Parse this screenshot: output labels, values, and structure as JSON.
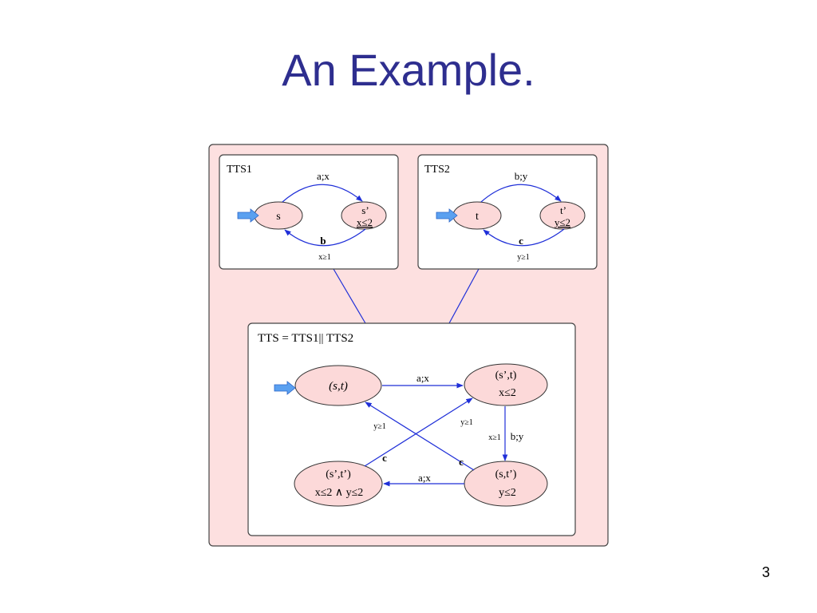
{
  "slide": {
    "title": "An Example.",
    "page_number": "3"
  },
  "colors": {
    "title": "#2e2e8f",
    "outer_bg": "#fde0e0",
    "state_fill": "#fcd9d9",
    "edge": "#1f2fd8",
    "initial_arrow": "#5aa0f0"
  },
  "tts1": {
    "label": "TTS1",
    "state_s": "s",
    "state_s_prime": "s’",
    "invariant_s_prime": "x≤2",
    "edge_top_label": "a;x",
    "edge_bottom_label": "b",
    "edge_bottom_guard": "x≥1"
  },
  "tts2": {
    "label": "TTS2",
    "state_t": "t",
    "state_t_prime": "t’",
    "invariant_t_prime": "y≤2",
    "edge_top_label": "b;y",
    "edge_bottom_label": "c",
    "edge_bottom_guard": "y≥1"
  },
  "product": {
    "label": "TTS = TTS1|| TTS2",
    "state_st": "(s,t)",
    "state_s1t": "(s’,t)",
    "state_s1t_inv": "x≤2",
    "state_st1": "(s,t’)",
    "state_st1_inv": "y≤2",
    "state_s1t1": "(s’,t’)",
    "state_s1t1_inv": "x≤2 ∧ y≤2",
    "edge_top_label": "a;x",
    "edge_bottom_label": "a;x",
    "edge_right_label": "b;y",
    "edge_right_guard": "x≥1",
    "diag_left_guard": "y≥1",
    "diag_right_guard": "y≥1",
    "diag_left_label": "c",
    "diag_right_label": "c"
  }
}
